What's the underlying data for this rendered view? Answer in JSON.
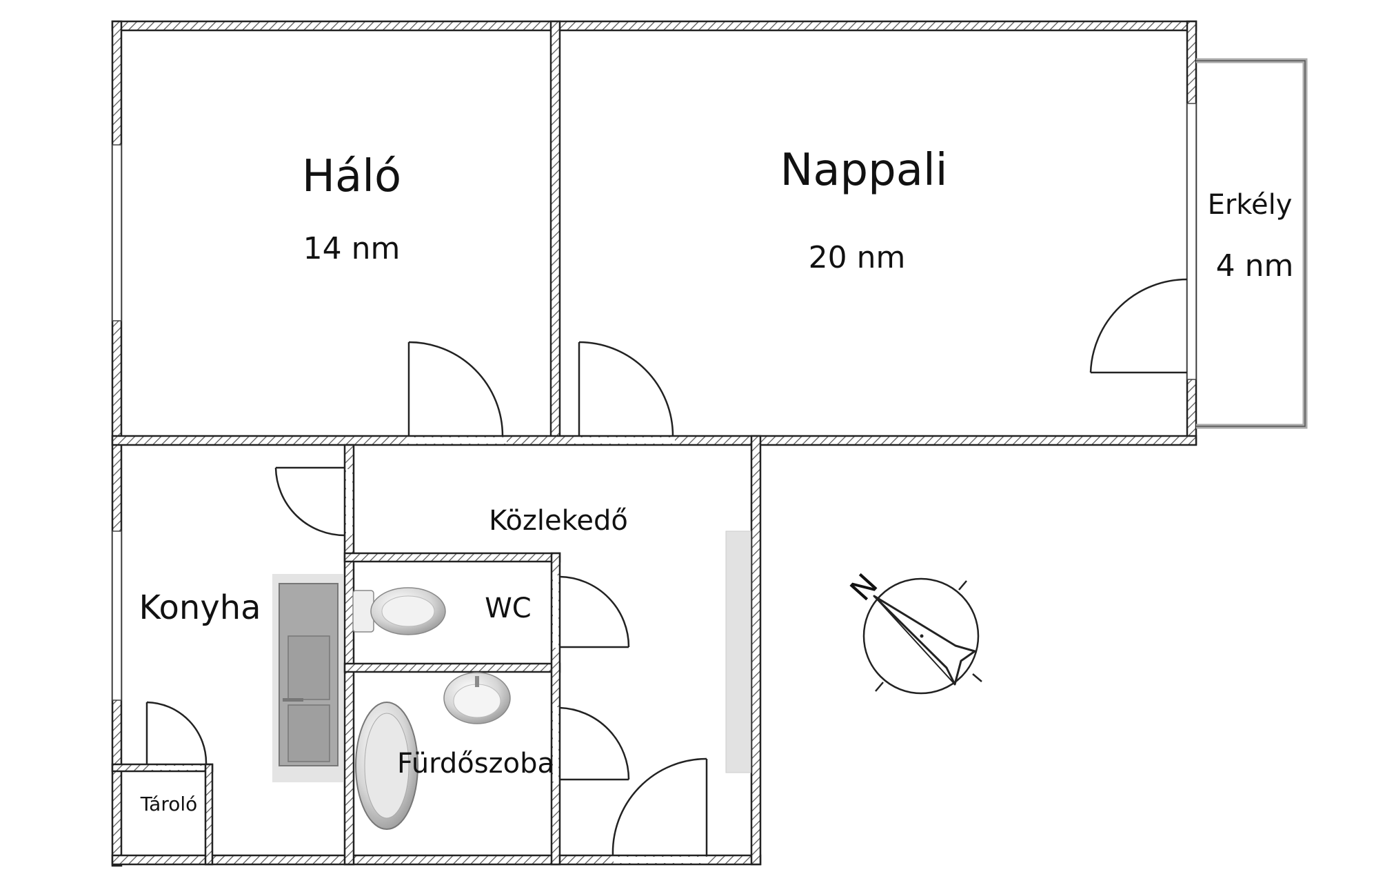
{
  "colors": {
    "background": "#ffffff",
    "wall_outline": "#222222",
    "hatch": "#555555",
    "fixture_fill": "#cfcfcf",
    "stove_fill": "#a9a9a9",
    "radiator_fill": "#e2e2e2"
  },
  "rooms": {
    "halo": {
      "name": "Háló",
      "area": "14 nm"
    },
    "nappali": {
      "name": "Nappali",
      "area": "20 nm"
    },
    "erkely": {
      "name": "Erkély",
      "area": "4 nm"
    },
    "kozlekedo": {
      "name": "Közlekedő"
    },
    "wc": {
      "name": "WC"
    },
    "konyha": {
      "name": "Konyha"
    },
    "furdoszoba": {
      "name": "Fürdőszoba"
    },
    "tarolo": {
      "name": "Tároló"
    }
  },
  "compass": {
    "north_label": "N",
    "icon": "compass-icon"
  }
}
